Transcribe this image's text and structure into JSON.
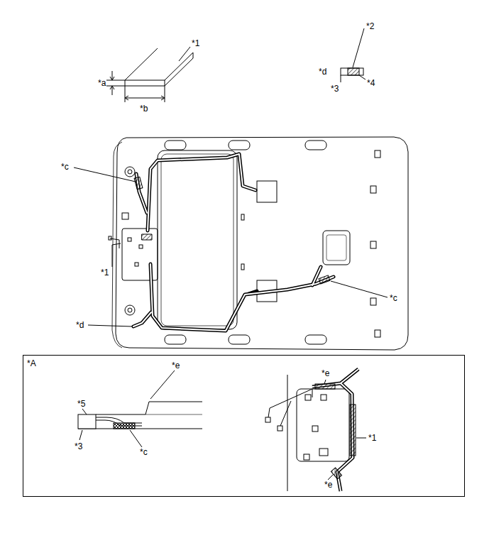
{
  "diagram": {
    "nodes": [
      {
        "text": [
          "*A"
        ]
      }
    ],
    "labels": [
      "*2",
      "*1",
      "*a",
      "*b",
      "*d",
      "*4",
      "*3",
      "*c",
      "*1",
      "*c",
      "*d",
      "*5",
      "*e",
      "*3",
      "*c",
      "*e",
      "*1",
      "*e"
    ]
  }
}
